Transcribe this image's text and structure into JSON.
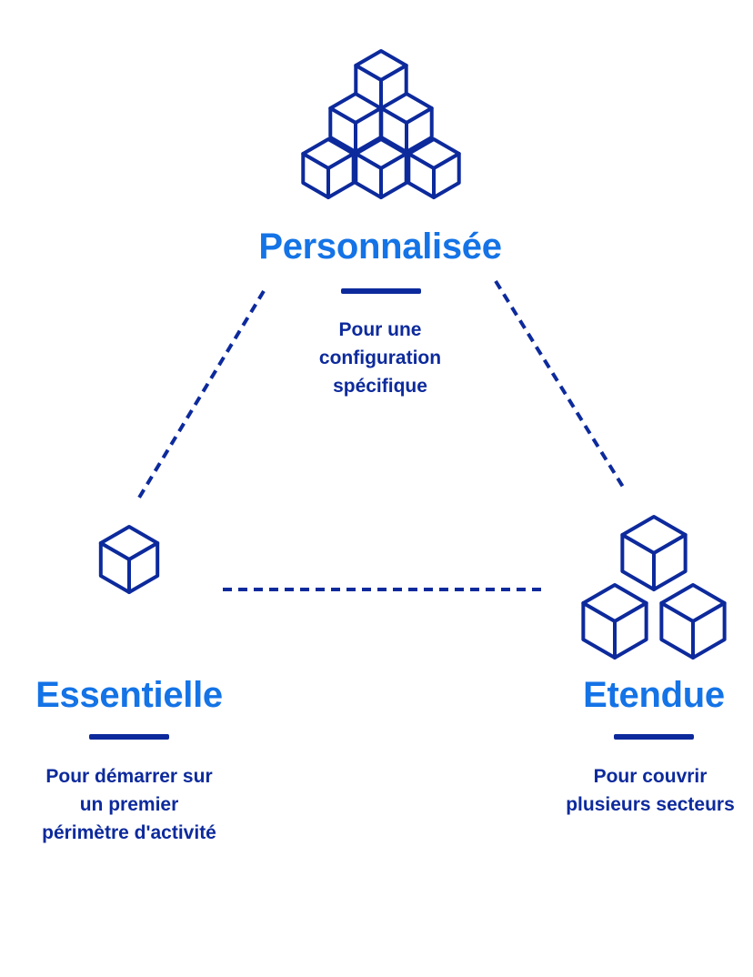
{
  "colors": {
    "title": "#1473e6",
    "navy": "#0d2a9c"
  },
  "tiers": {
    "top": {
      "icon": "cube-pyramid-icon",
      "title": "Personnalisée",
      "description": [
        "Pour une",
        "configuration",
        "spécifique"
      ]
    },
    "left": {
      "icon": "single-cube-icon",
      "title": "Essentielle",
      "description": [
        "Pour démarrer sur",
        "un premier",
        "périmètre d'activité"
      ]
    },
    "right": {
      "icon": "cube-cluster-icon",
      "title": "Etendue",
      "description": [
        "Pour couvrir",
        "plusieurs secteurs"
      ]
    }
  }
}
